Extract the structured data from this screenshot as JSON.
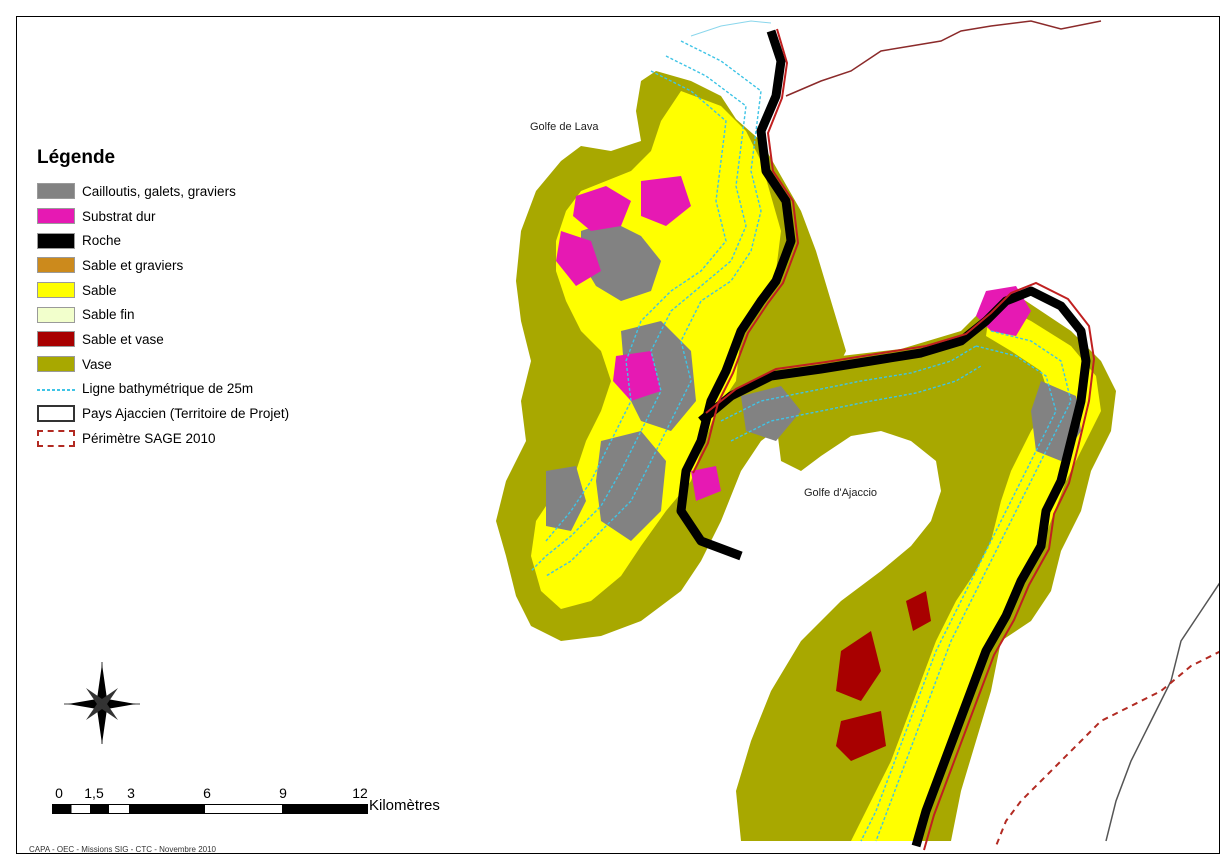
{
  "legend": {
    "title": "Légende",
    "items": [
      {
        "label": "Cailloutis, galets, graviers",
        "color": "#828282",
        "kind": "fill"
      },
      {
        "label": "Substrat dur",
        "color": "#e619b3",
        "kind": "fill"
      },
      {
        "label": "Roche",
        "color": "#000000",
        "kind": "fill"
      },
      {
        "label": "Sable et graviers",
        "color": "#cc8a1c",
        "kind": "fill"
      },
      {
        "label": "Sable",
        "color": "#ffff00",
        "kind": "fill"
      },
      {
        "label": "Sable fin",
        "color": "#f2ffcc",
        "kind": "fill"
      },
      {
        "label": "Sable et vase",
        "color": "#a80000",
        "kind": "fill"
      },
      {
        "label": "Vase",
        "color": "#a8a800",
        "kind": "fill"
      },
      {
        "label": "Ligne bathymétrique de 25m",
        "color": "#3fc4e6",
        "kind": "line"
      },
      {
        "label": "Pays Ajaccien (Territoire de Projet)",
        "color": "#333333",
        "kind": "outline"
      },
      {
        "label": "Périmètre SAGE 2010",
        "color": "#b22a22",
        "kind": "dashed"
      }
    ]
  },
  "places": {
    "golfe_lava": "Golfe de Lava",
    "golfe_ajaccio": "Golfe d'Ajaccio"
  },
  "scale": {
    "ticks": [
      "0",
      "1,5",
      "3",
      "6",
      "9",
      "12"
    ],
    "unit": "Kilomètres"
  },
  "credit": "CAPA - OEC - Missions SIG - CTC - Novembre 2010",
  "icons": {
    "north_arrow": "compass-rose-icon"
  }
}
